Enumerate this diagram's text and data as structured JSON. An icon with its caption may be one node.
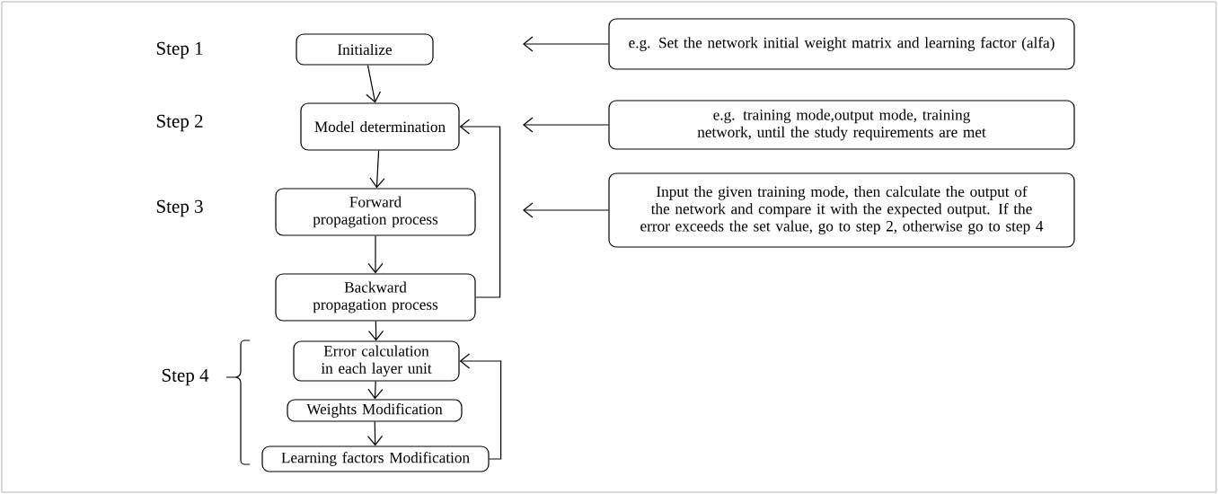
{
  "diagram": {
    "nodes": [
      {
        "text": [
          "Initialize"
        ]
      },
      {
        "text": [
          "Model determination"
        ]
      },
      {
        "text": [
          "Forward propagation process"
        ]
      },
      {
        "text": [
          "Backward propagation process"
        ]
      },
      {
        "text": [
          "Error calculation in each layer unit"
        ]
      },
      {
        "text": [
          "Weights Modification"
        ]
      },
      {
        "text": [
          "Learning factors Modification"
        ]
      },
      {
        "text": [
          "e.g. Set the network initial weight matrix and learning factor (alfa)"
        ]
      },
      {
        "text": [
          "e.g. training mode,output mode, training network, until the study requirements are met"
        ]
      },
      {
        "text": [
          "Input the given training mode, then calculate the output of the network and compare it with the expected output. If the error exceeds the set value, go to step 2, otherwise go to step 4"
        ]
      }
    ],
    "edges": [
      {
        "from": 0,
        "to": 1,
        "arrow": "to"
      },
      {
        "from": 1,
        "to": 2,
        "arrow": "to"
      },
      {
        "from": 2,
        "to": 3,
        "arrow": "to"
      },
      {
        "from": 3,
        "to": 4,
        "arrow": "to"
      },
      {
        "from": 4,
        "to": 5,
        "arrow": "to"
      },
      {
        "from": 5,
        "to": 6,
        "arrow": "to"
      },
      {
        "from": 3,
        "to": 1,
        "arrow": "to"
      },
      {
        "from": 6,
        "to": 4,
        "arrow": "to"
      },
      {
        "from": 7,
        "to": null,
        "arrow": "to"
      },
      {
        "from": 8,
        "to": null,
        "arrow": "to"
      },
      {
        "from": 9,
        "to": null,
        "arrow": "to"
      }
    ],
    "labels": [
      "Step 1",
      "Step 2",
      "Step 3",
      "Step 4"
    ]
  }
}
